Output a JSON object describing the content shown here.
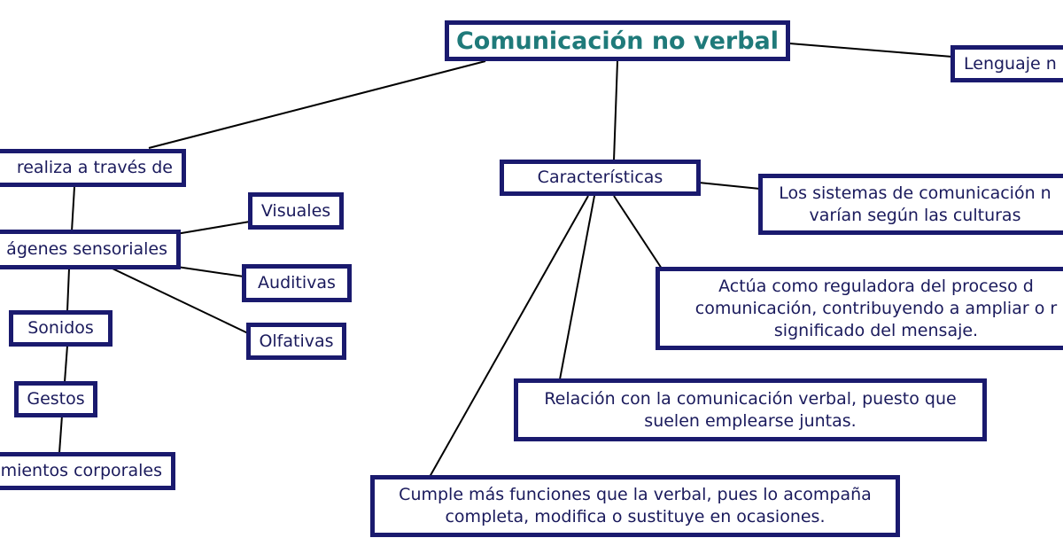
{
  "map": {
    "title": "Comunicación no verbal",
    "lenguaje": "Lenguaje n",
    "realiza": "realiza a través de",
    "imagenes": "ágenes sensoriales",
    "visuales": "Visuales",
    "auditivas": "Auditivas",
    "olfativas": "Olfativas",
    "sonidos": "Sonidos",
    "gestos": "Gestos",
    "movimientos": "mientos corporales",
    "caracteristicas": "Características",
    "sistemas": [
      "Los sistemas de comunicación n",
      "varían según las culturas"
    ],
    "actua": [
      "Actúa como reguladora del proceso d",
      "comunicación, contribuyendo a ampliar o r",
      "significado del mensaje."
    ],
    "relacion": [
      "Relación con la comunicación verbal, puesto que",
      "suelen emplearse juntas."
    ],
    "cumple": [
      "Cumple más funciones que la verbal, pues lo acompaña",
      "completa, modifica o sustituye en ocasiones."
    ]
  }
}
